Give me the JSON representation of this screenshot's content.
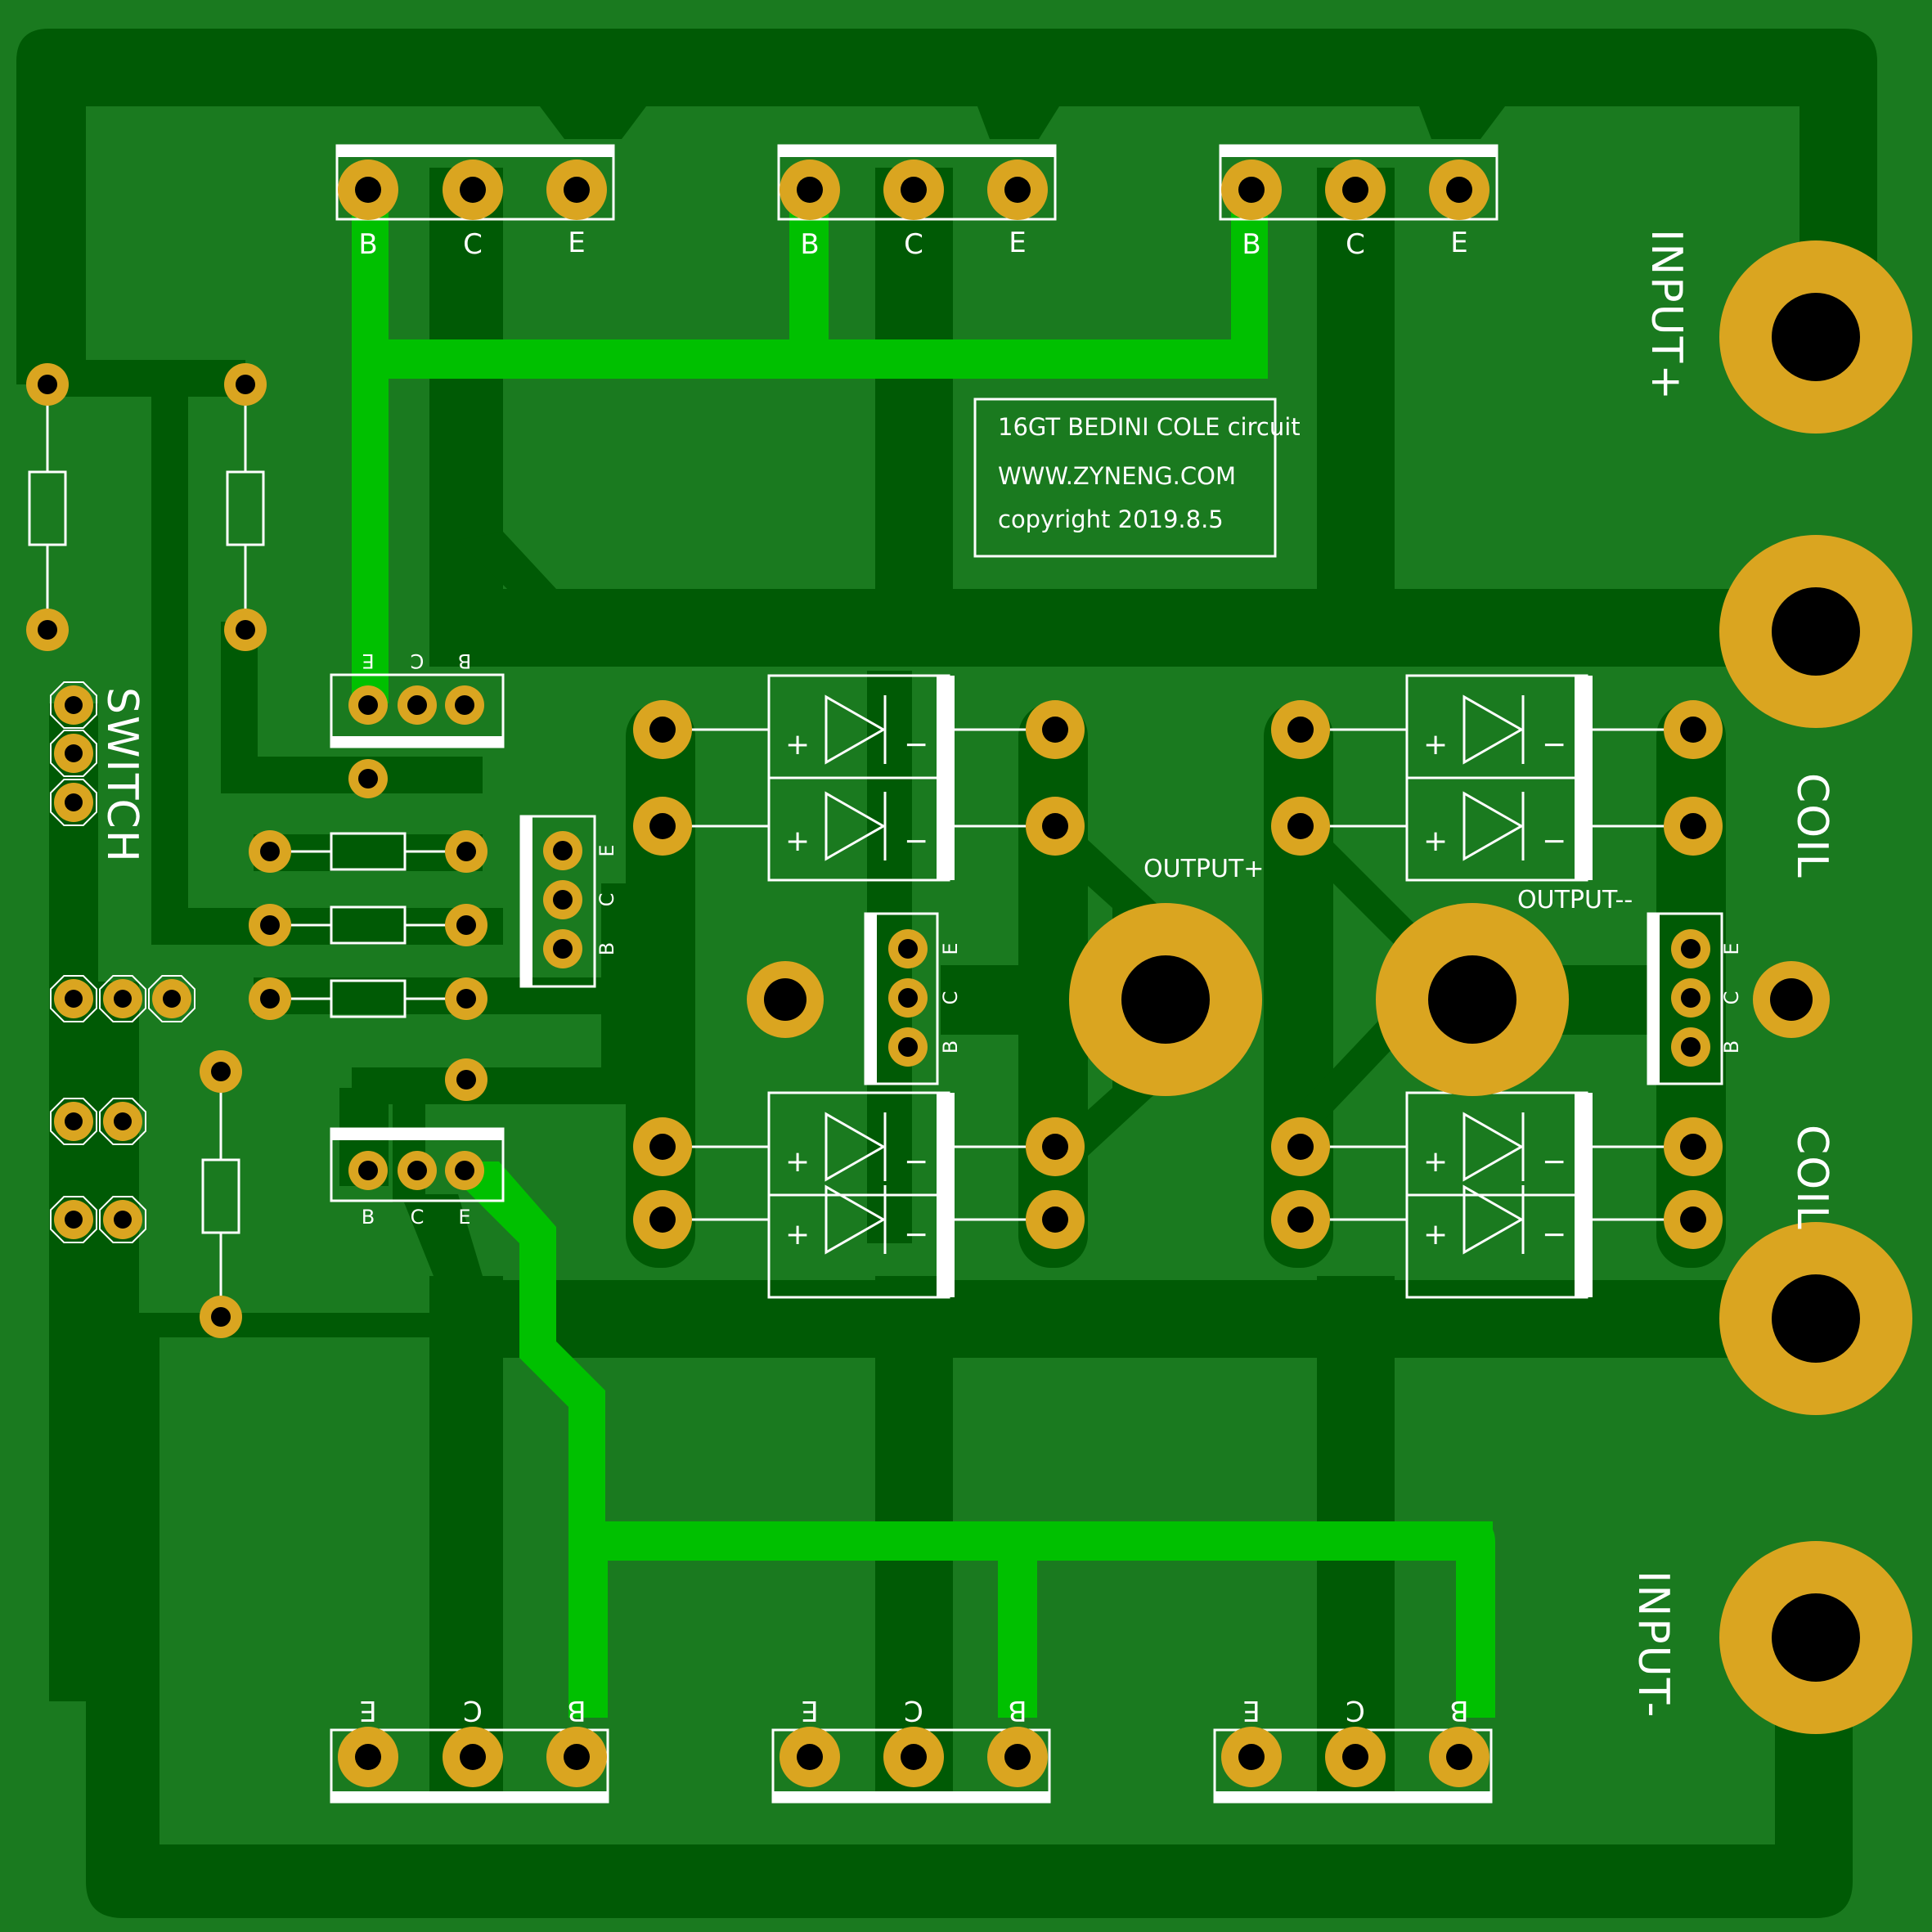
{
  "board": {
    "note_lines": [
      "16GT BEDINI COLE circuit",
      "WWW.ZYNENG.COM",
      "copyright 2019.8.5"
    ]
  },
  "labels": {
    "input_plus": "INPUT+",
    "input_minus": "INPUT-",
    "coil_1": "COIL",
    "coil_2": "COIL",
    "output_plus": "OUTPUT+",
    "output_minus": "OUTPUT--",
    "switch": "SWITCH"
  },
  "pins": {
    "b": "B",
    "c": "C",
    "e": "E"
  },
  "diode_marks": {
    "plus": "+",
    "minus": "−"
  },
  "colors": {
    "board": "#1a7a1f",
    "copper": "#005a05",
    "top_trace": "#00c000",
    "pad": "#daa520",
    "hole": "#000000",
    "silkscreen": "#ffffff"
  }
}
